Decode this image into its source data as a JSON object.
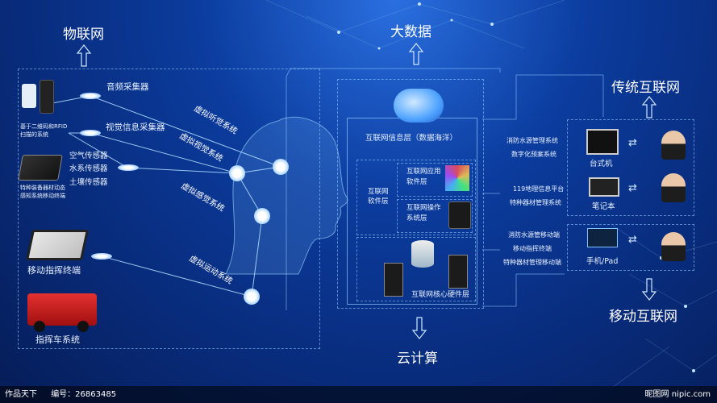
{
  "headers": {
    "iot": "物联网",
    "big_data": "大数据",
    "traditional_internet": "传统互联网",
    "mobile_internet": "移动互联网",
    "cloud": "云计算"
  },
  "left": {
    "rfid_label": "基于二维码和RFID扫描的系统",
    "sensor_device_label": "特种装备器材动态感知系统移动终端",
    "mobile_terminal": "移动指挥终端",
    "command_vehicle": "指挥车系统",
    "audio_collector": "音频采集器",
    "video_collector": "视觉信息采集器",
    "air_sensor": "空气传感器",
    "water_sensor": "水系传感器",
    "soil_sensor": "土壤传感器"
  },
  "head_systems": {
    "hearing": "虚拟听觉系统",
    "vision": "虚拟视觉系统",
    "sense": "虚拟感觉系统",
    "motion": "虚拟运动系统"
  },
  "center": {
    "info_layer": "互联网信息层（数据海洋）",
    "software_layer": "互联网软件层",
    "app_software": "互联网应用软件层",
    "os_layer": "互联网操作系统层",
    "hardware_layer": "互联网核心硬件层"
  },
  "right_systems": {
    "s1": "消防水源管理系统",
    "s2": "数字化预案系统",
    "s3": "119地理信息平台",
    "s4": "特种器材管理系统",
    "m1": "消防水源管移动端",
    "m2": "移动指挥终端",
    "m3": "特种器材管理移动端"
  },
  "devices": {
    "desktop": "台式机",
    "laptop": "笔记本",
    "phone": "手机/Pad"
  },
  "footer": {
    "site": "昵图网 nipic.com",
    "author": "作品天下",
    "id_label": "编号：26863485"
  },
  "colors": {
    "accent": "#7cc4ff",
    "background": "#0b3c9e"
  }
}
